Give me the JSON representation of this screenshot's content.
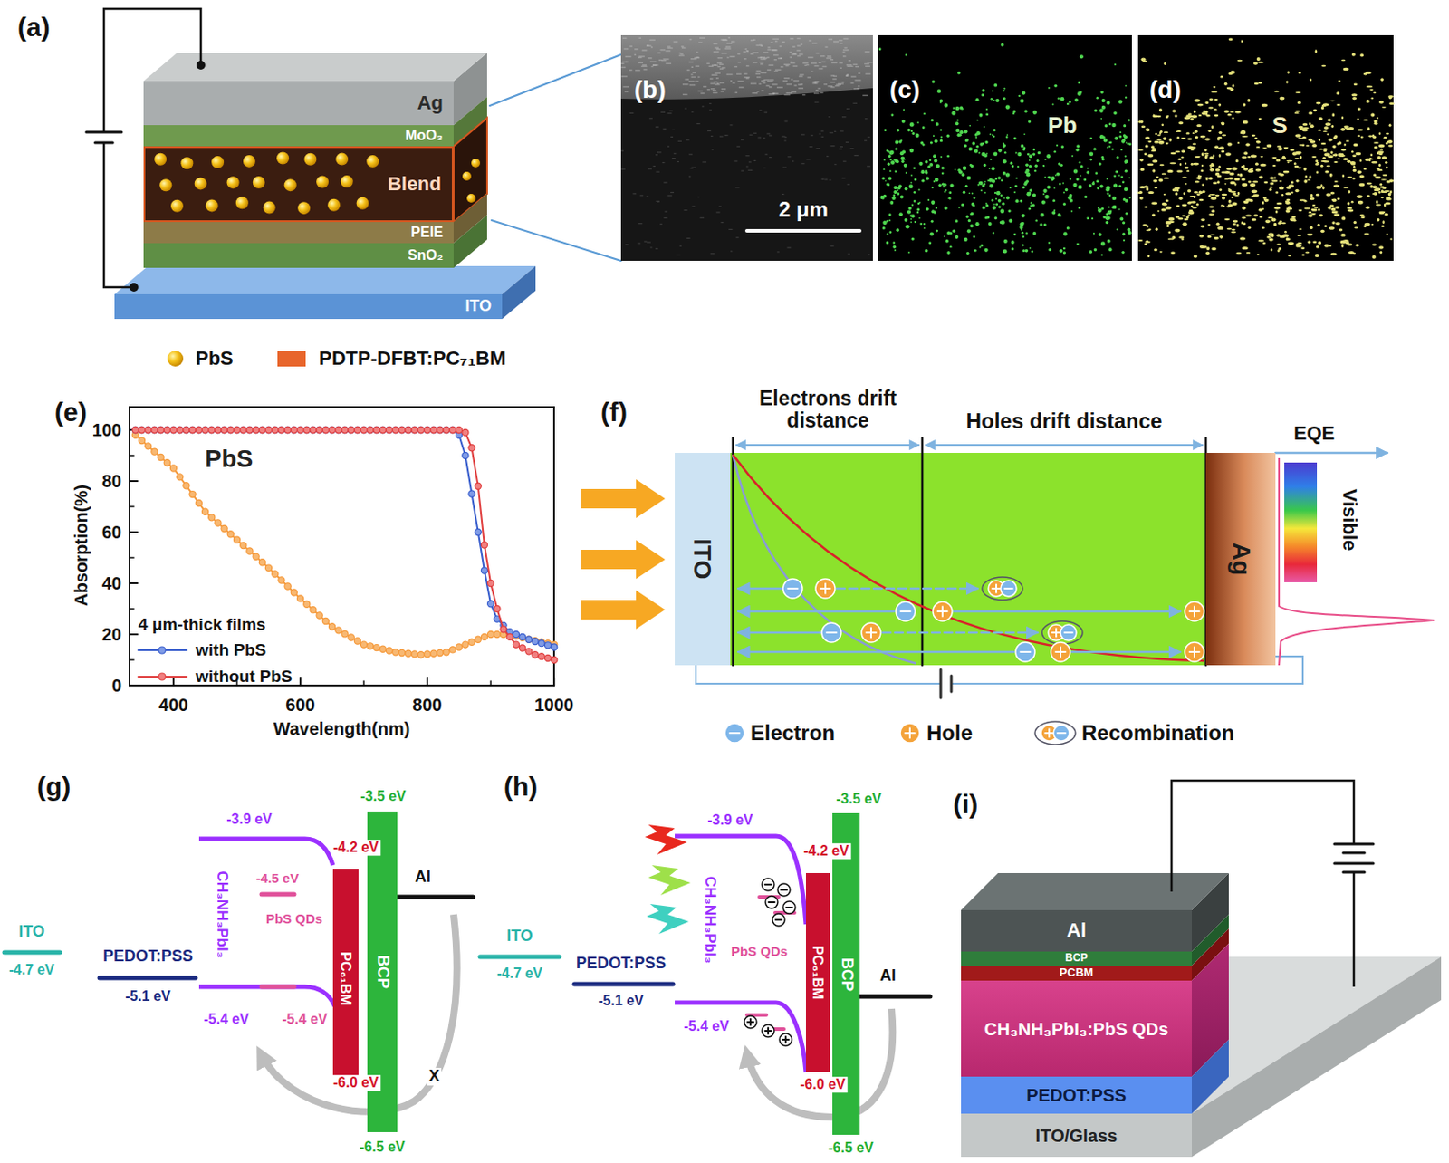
{
  "diagram": {
    "nodes": [
      {
        "text": [
          "Ag"
        ]
      },
      {
        "text": [
          "MoO₃"
        ]
      },
      {
        "text": [
          "Blend"
        ]
      },
      {
        "text": [
          "PEIE"
        ]
      },
      {
        "text": [
          "SnO₂"
        ]
      },
      {
        "text": [
          "ITO"
        ]
      },
      {
        "text": [
          "ITO"
        ]
      },
      {
        "text": [
          "Ag"
        ]
      },
      {
        "text": [
          "PC₆₁BM"
        ]
      },
      {
        "text": [
          "BCP"
        ]
      },
      {
        "text": [
          "PC₆₁BM"
        ]
      },
      {
        "text": [
          "BCP"
        ]
      },
      {
        "text": [
          "Al"
        ]
      },
      {
        "text": [
          "BCP"
        ]
      },
      {
        "text": [
          "PCBM"
        ]
      },
      {
        "text": [
          "CH₃NH₃PbI₃:PbS QDs"
        ]
      },
      {
        "text": [
          "PEDOT:PSS"
        ]
      },
      {
        "text": [
          "ITO/Glass"
        ]
      }
    ],
    "labels": [
      "(a)",
      "(b)",
      "2 μm",
      "(c)",
      "Pb",
      "(d)",
      "S",
      "(e)",
      "PbS",
      "Absorption(%)",
      "0",
      "20",
      "40",
      "60",
      "80",
      "100",
      "400",
      "600",
      "800",
      "1000",
      "Wavelength(nm)",
      "4 μm-thick films",
      "(f)",
      "Electrons drift distance",
      "Holes drift distance",
      "EQE",
      "Visible",
      "(g)",
      "ITO",
      "-4.7 eV",
      "PEDOT:PSS",
      "-5.1 eV",
      "-3.9 eV",
      "-4.2 eV",
      "CH₃NH₃PbI₃",
      "-4.5 eV",
      "PbS QDs",
      "-5.4 eV",
      "-5.4 eV",
      "-6.0 eV",
      "-3.5 eV",
      "-6.5 eV",
      "Al",
      "X",
      "(h)",
      "ITO",
      "-4.7 eV",
      "PEDOT:PSS",
      "-5.1 eV",
      "-3.9 eV",
      "-4.2 eV",
      "CH₃NH₃PbI₃",
      "PbS QDs",
      "-5.4 eV",
      "-6.0 eV",
      "-3.5 eV",
      "-6.5 eV",
      "Al",
      "(i)"
    ],
    "legend": [
      {
        "text": "PbS"
      },
      {
        "text": "PDTP-DFBT:PC₇₁BM",
        "color": "#e8652b"
      },
      {
        "text": "with PbS"
      },
      {
        "text": "without PbS"
      },
      {
        "text": "Electron"
      },
      {
        "text": "Hole"
      },
      {
        "text": "Recombination"
      }
    ]
  }
}
